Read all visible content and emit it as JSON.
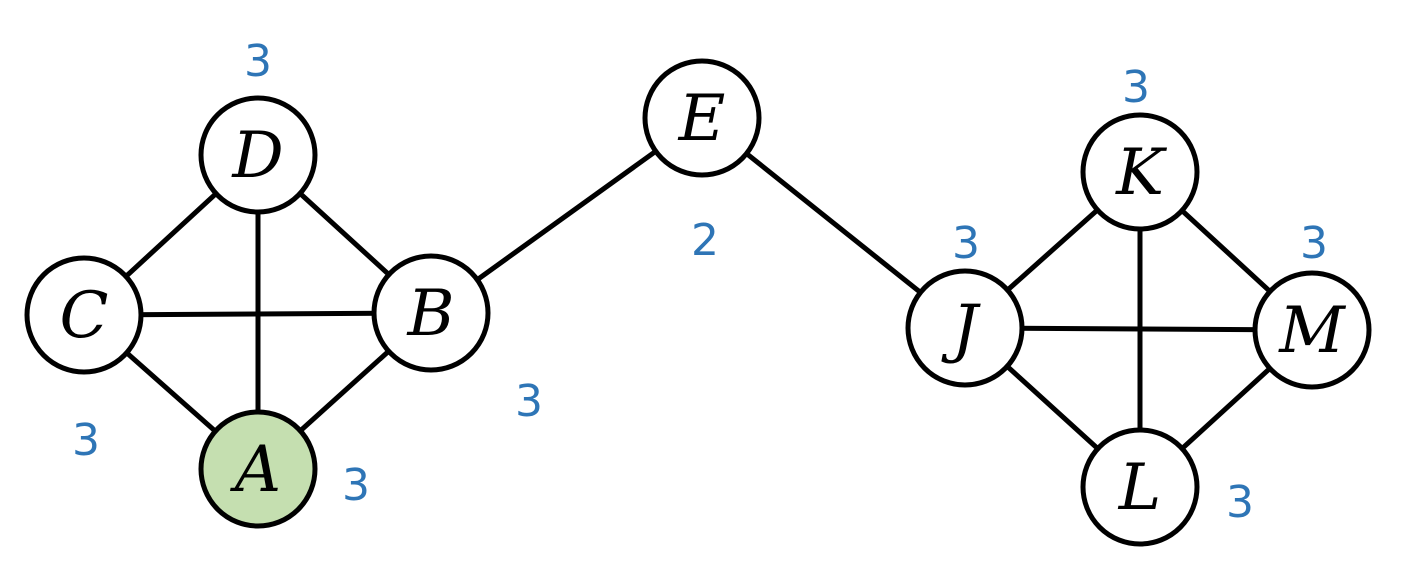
{
  "graph": {
    "nodes": [
      {
        "id": "A",
        "label": "A",
        "highlighted": true
      },
      {
        "id": "B",
        "label": "B",
        "highlighted": false
      },
      {
        "id": "C",
        "label": "C",
        "highlighted": false
      },
      {
        "id": "D",
        "label": "D",
        "highlighted": false
      },
      {
        "id": "E",
        "label": "E",
        "highlighted": false
      },
      {
        "id": "J",
        "label": "J",
        "highlighted": false
      },
      {
        "id": "K",
        "label": "K",
        "highlighted": false
      },
      {
        "id": "L",
        "label": "L",
        "highlighted": false
      },
      {
        "id": "M",
        "label": "M",
        "highlighted": false
      }
    ],
    "edges": [
      [
        "C",
        "D"
      ],
      [
        "D",
        "B"
      ],
      [
        "C",
        "A"
      ],
      [
        "A",
        "B"
      ],
      [
        "C",
        "B"
      ],
      [
        "D",
        "A"
      ],
      [
        "B",
        "E"
      ],
      [
        "E",
        "J"
      ],
      [
        "J",
        "K"
      ],
      [
        "K",
        "M"
      ],
      [
        "J",
        "L"
      ],
      [
        "L",
        "M"
      ],
      [
        "J",
        "M"
      ],
      [
        "K",
        "L"
      ]
    ],
    "counts": {
      "D": "3",
      "C": "3",
      "A": "3",
      "B": "3",
      "E": "2",
      "J": "3",
      "K": "3",
      "M": "3",
      "L": "3"
    }
  },
  "colors": {
    "highlight_fill": "#c5dfb0",
    "node_fill": "#ffffff",
    "stroke": "#000000",
    "count_text": "#2e75b6"
  }
}
